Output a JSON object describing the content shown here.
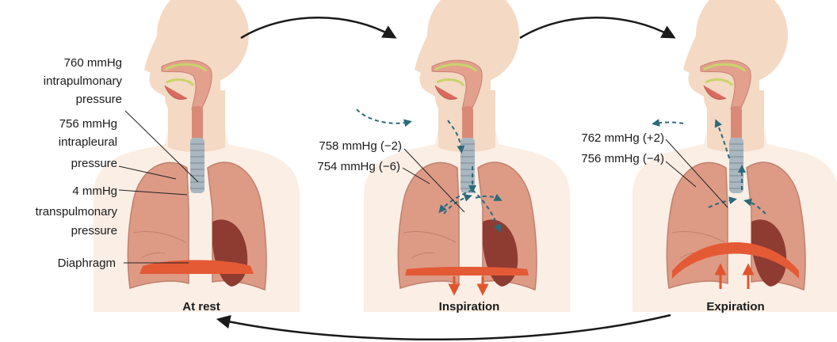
{
  "colors": {
    "skin": "#f4d9c4",
    "skin_shade": "#ecc7ab",
    "torso_fill": "#fbeee4",
    "lung": "#dd9b86",
    "lung_edge": "#c07f6d",
    "lung_dark": "#8e3b32",
    "trachea": "#aab7c1",
    "diaphragm": "#e45a35",
    "airflow": "#2b6a7c",
    "arrow_orange": "#e0552c",
    "cycle_arrow": "#1a1a1a"
  },
  "panels": {
    "rest": {
      "caption": "At rest",
      "labels": {
        "intrapulmonary_value": "760 mmHg",
        "intrapulmonary_line1": "intrapulmonary",
        "intrapulmonary_line2": "pressure",
        "intrapleural_value": "756 mmHg",
        "intrapleural_line1": "intrapleural",
        "intrapleural_line2": "pressure",
        "transpulmonary_value": "4 mmHg",
        "transpulmonary_line1": "transpulmonary",
        "transpulmonary_line2": "pressure",
        "diaphragm": "Diaphragm"
      }
    },
    "inspiration": {
      "caption": "Inspiration",
      "intrapulmonary": "758 mmHg (−2)",
      "intrapleural": "754 mmHg (−6)"
    },
    "expiration": {
      "caption": "Expiration",
      "intrapulmonary": "762 mmHg (+2)",
      "intrapleural": "756 mmHg (−4)"
    }
  }
}
